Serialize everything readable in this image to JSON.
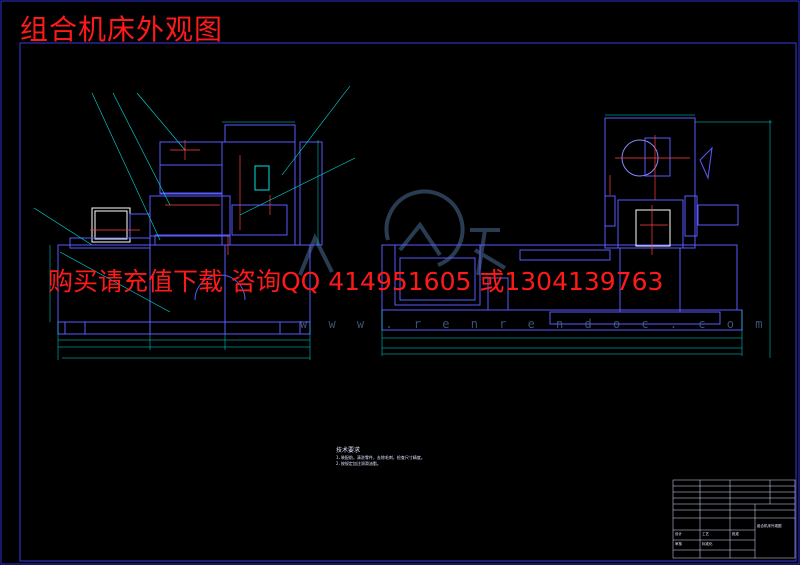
{
  "drawing": {
    "title": "组合机床外观图",
    "ad_text": "购买请充值下载  咨询QQ 414951605  或1304139763",
    "watermark_text": "人人文库",
    "watermark_url": "w w w . r e n r e n d o c . c o m",
    "tech_notes": {
      "heading": "技术要求",
      "lines": [
        "1.装配前，清洗零件，去除毛刺，检查尺寸精度。",
        "2.按规定加注润滑油脂。"
      ]
    },
    "title_block": {
      "drawing_name": "组合机床外观图",
      "labels": [
        "设计",
        "审核",
        "工艺",
        "标准化",
        "批准"
      ]
    },
    "colors": {
      "background": "#000000",
      "frame": "#2f2fd0",
      "outline": "#5a5aff",
      "dimension": "#00e0e0",
      "centerline": "#ff4040",
      "annotation_text": "#ff1a1a",
      "white_part": "#ffffff"
    }
  }
}
